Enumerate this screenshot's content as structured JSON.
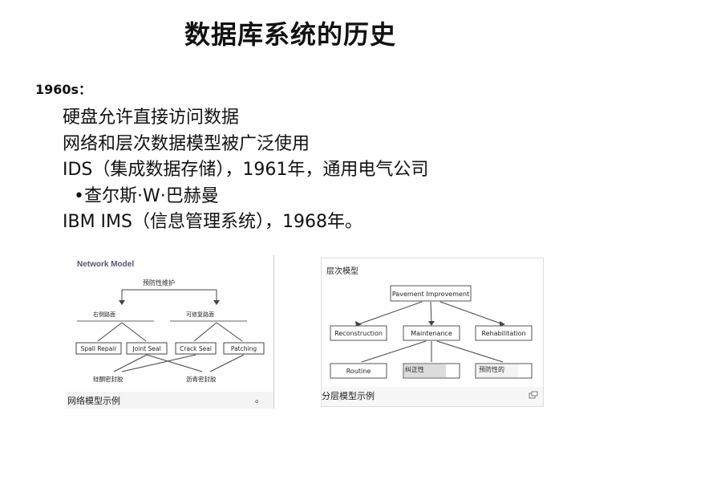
{
  "title": "数据库系统的历史",
  "era_label": "1960s：",
  "bullets": [
    "硬盘允许直接访问数据",
    "网络和层次数据模型被广泛使用",
    "IDS（集成数据存储），1961年，通用电气公司",
    "  •查尔斯·W·巴赫曼",
    "IBM IMS（信息管理系统），1968年。"
  ],
  "network_figure": {
    "header": "Network Model",
    "root": "预防性维护",
    "mid_left": "右侧路面",
    "mid_right": "可修复路面",
    "leaves": [
      "Spall Repair",
      "Joint Seal",
      "Crack Seal",
      "Patching"
    ],
    "bottom_left": "硅酮密封胶",
    "bottom_right": "沥青密封胶",
    "caption": "网络模型示例",
    "caption_mark": "。"
  },
  "hier_figure": {
    "header": "层次模型",
    "root": "Pavement Improvement",
    "level2": [
      "Reconstruction",
      "Maintenance",
      "Rehabilitation"
    ],
    "level3": [
      "Routine",
      "纠正性",
      "预防性的"
    ],
    "caption": "分层模型示例"
  }
}
